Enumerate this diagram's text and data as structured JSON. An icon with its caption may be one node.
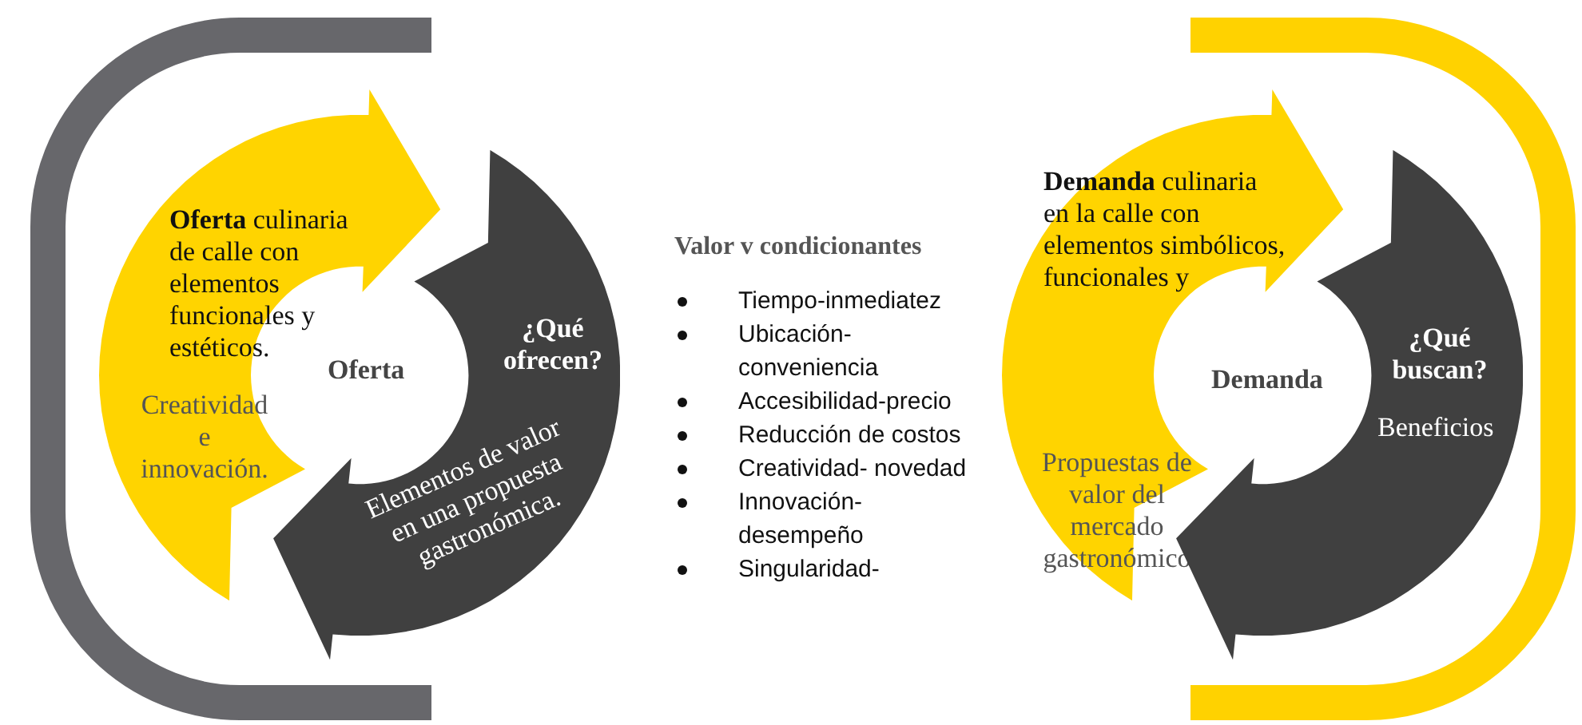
{
  "diagram": {
    "nodes": [
      {
        "text": [
          "**Oferta** culinaria de calle con elementos funcionales y estéticos.",
          "Creatividad e innovación."
        ]
      },
      {
        "text": [
          "¿Qué ofrecen?",
          "Elementos de valor en una propuesta gastronómica."
        ]
      },
      {
        "text": [
          "**Demanda** culinaria en la calle con elementos simbólicos, funcionales y",
          "Propuestas de valor del mercado gastronómico"
        ]
      },
      {
        "text": [
          "¿Qué buscan?",
          "Beneficios"
        ]
      }
    ],
    "labels": [
      "Oferta",
      "Valor v condicionantes",
      "Tiempo-inmediatez",
      "Ubicación- conveniencia",
      "Accesibilidad-precio",
      "Reducción de costos",
      "Creatividad- novedad",
      "Innovación- desempeño",
      "Singularidad-",
      "Demanda"
    ]
  }
}
